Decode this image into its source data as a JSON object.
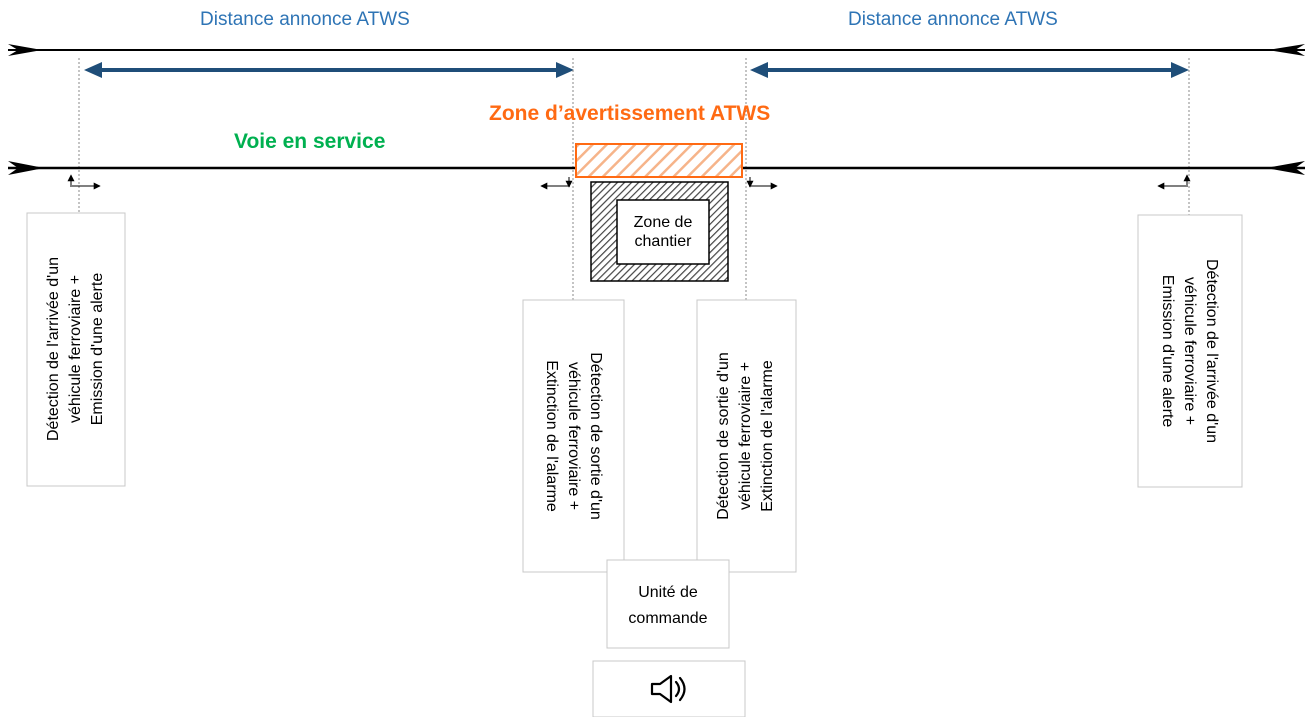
{
  "labels": {
    "distance_left": "Distance annonce ATWS",
    "distance_right": "Distance annonce ATWS",
    "track_in_service": "Voie en service",
    "warning_zone": "Zone d’avertissement ATWS",
    "work_zone_line1": "Zone de",
    "work_zone_line2": "chantier",
    "control_unit_line1": "Unité de",
    "control_unit_line2": "commande"
  },
  "boxes": {
    "arrival_left": [
      "Détection de l'arrivée d'un",
      "véhicule ferroviaire +",
      "Emission d'une alerte"
    ],
    "exit_left": [
      "Détection de sortie d'un",
      "véhicule ferroviaire +",
      "Extinction de l'alarme"
    ],
    "exit_right": [
      "Détection de sortie d'un",
      "véhicule ferroviaire +",
      "Extinction de l'alarme"
    ],
    "arrival_right": [
      "Détection de l'arrivée d'un",
      "véhicule ferroviaire +",
      "Emission d'une alerte"
    ]
  },
  "icons": {
    "speaker": "speaker-icon"
  },
  "colors": {
    "distance_arrow": "#1f4e79",
    "distance_text": "#2e74b5",
    "track_label": "#00b050",
    "warning_zone": "#ff6a13",
    "line": "#000000"
  }
}
